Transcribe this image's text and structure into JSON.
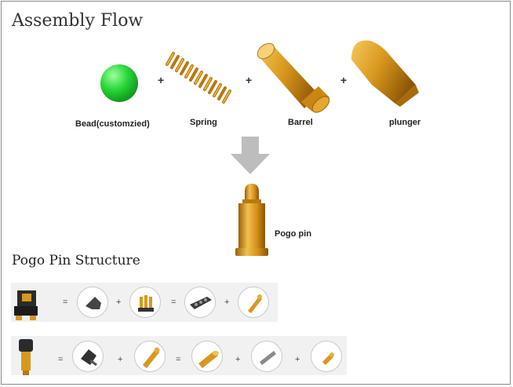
{
  "title": "Assembly Flow",
  "structure_title": "Pogo Pin Structure",
  "parts": [
    {
      "label": "Bead(customzied)",
      "icon": "bead-icon"
    },
    {
      "label": "Spring",
      "icon": "spring-icon"
    },
    {
      "label": "Barrel",
      "icon": "barrel-icon"
    },
    {
      "label": "plunger",
      "icon": "plunger-icon"
    }
  ],
  "plus": "+",
  "equals": "=",
  "result_label": "Pogo pin",
  "colors": {
    "gold": "#d8981e",
    "gold_dark": "#a96a0c",
    "bead": "#2ecc40",
    "arrow": "#bdbdbd"
  }
}
